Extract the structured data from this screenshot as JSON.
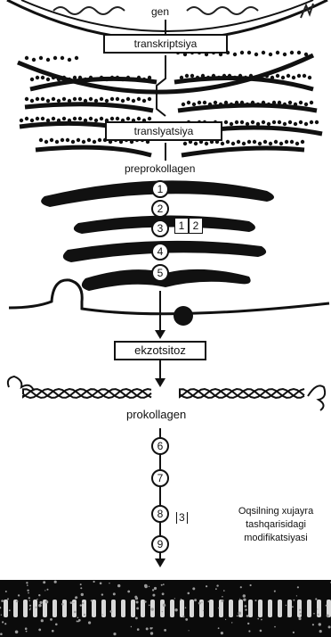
{
  "labels": {
    "gen": "gen",
    "transcription": "transkriptsiya",
    "translation": "translyatsiya",
    "preprocollagen": "preprokollagen",
    "exocytosis": "ekzotsitoz",
    "procollagen": "prokollagen",
    "side_note_line1": "Oqsilning xujayra",
    "side_note_line2": "tashqarisidagi",
    "side_note_line3": "modifikatsiyasi"
  },
  "steps_intracellular": [
    "1",
    "2",
    "3",
    "4",
    "5"
  ],
  "side_refs_intracellular": [
    "1",
    "2"
  ],
  "steps_extracellular": [
    "6",
    "7",
    "8",
    "9"
  ],
  "side_ref_extracellular": "3"
}
